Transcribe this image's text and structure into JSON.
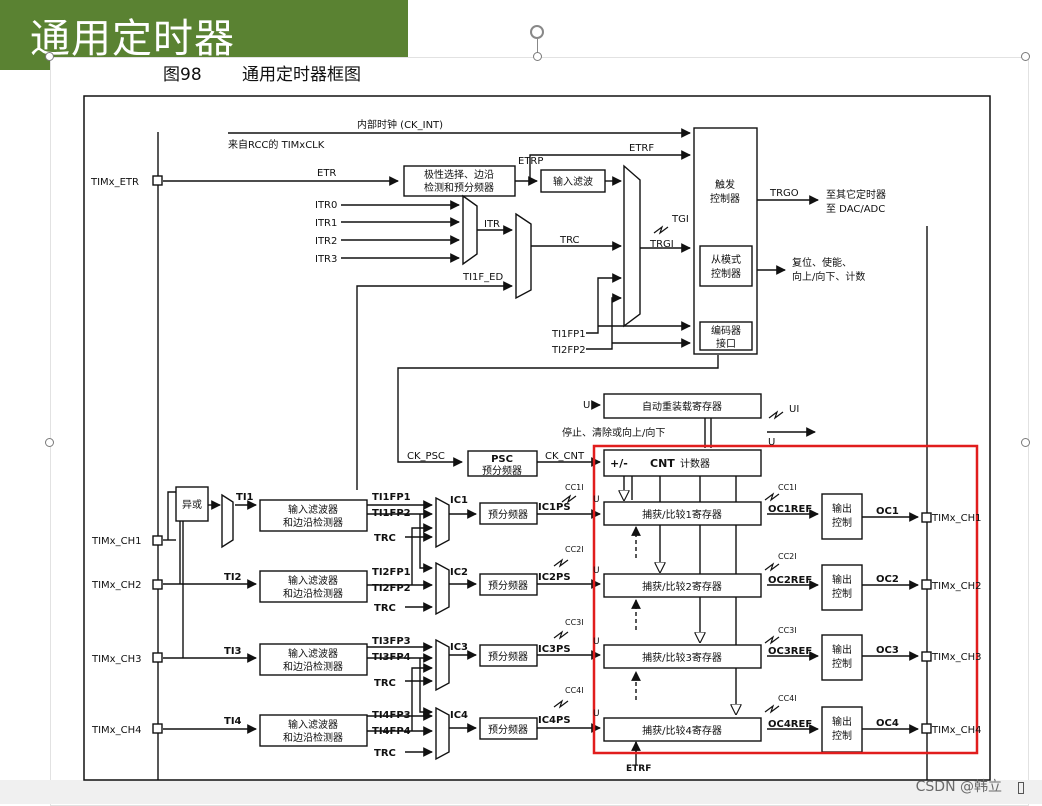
{
  "banner": {
    "title": "通用定时器"
  },
  "figure": {
    "label": "图98",
    "caption": "通用定时器框图"
  },
  "diagram": {
    "clock": {
      "internal": "内部时钟 (CK_INT)",
      "source": "来自RCC的 TIMxCLK"
    },
    "pins": {
      "etr": "TIMx_ETR",
      "ch1": "TIMx_CH1",
      "ch2": "TIMx_CH2",
      "ch3": "TIMx_CH3",
      "ch4": "TIMx_CH4"
    },
    "signals": {
      "etr": "ETR",
      "etrp": "ETRP",
      "etrf": "ETRF",
      "etrf_bottom": "ETRF",
      "itr0": "ITR0",
      "itr1": "ITR1",
      "itr2": "ITR2",
      "itr3": "ITR3",
      "itr": "ITR",
      "trc": "TRC",
      "ti1f_ed": "TI1F_ED",
      "tgi": "TGI",
      "trgi": "TRGI",
      "ti1fp1_trig": "TI1FP1",
      "ti2fp2_trig": "TI2FP2",
      "trgo": "TRGO",
      "ck_psc": "CK_PSC",
      "ck_cnt": "CK_CNT",
      "u": "U",
      "ui": "UI",
      "ti1": "TI1",
      "ti2": "TI2",
      "ti3": "TI3",
      "ti4": "TI4",
      "ti1fp1": "TI1FP1",
      "ti1fp2": "TI1FP2",
      "ti2fp1": "TI2FP1",
      "ti2fp2": "TI2FP2",
      "ti3fp3": "TI3FP3",
      "ti3fp4": "TI3FP4",
      "ti4fp3": "TI4FP3",
      "ti4fp4": "TI4FP4",
      "ic1": "IC1",
      "ic2": "IC2",
      "ic3": "IC3",
      "ic4": "IC4",
      "ic1ps": "IC1PS",
      "ic2ps": "IC2PS",
      "ic3ps": "IC3PS",
      "ic4ps": "IC4PS",
      "cc1i": "CC1I",
      "cc2i": "CC2I",
      "cc3i": "CC3I",
      "cc4i": "CC4I",
      "oc1ref": "OC1REF",
      "oc2ref": "OC2REF",
      "oc3ref": "OC3REF",
      "oc4ref": "OC4REF",
      "oc1": "OC1",
      "oc2": "OC2",
      "oc3": "OC3",
      "oc4": "OC4"
    },
    "blocks": {
      "polarity_1": "极性选择、边沿",
      "polarity_2": "检测和预分频器",
      "input_filter": "输入滤波",
      "trigger_1": "触发",
      "trigger_2": "控制器",
      "slave_1": "从模式",
      "slave_2": "控制器",
      "encoder_1": "编码器",
      "encoder_2": "接口",
      "auto_reload": "自动重装载寄存器",
      "psc_1": "PSC",
      "psc_2": "预分频器",
      "cnt_sign": "+/-",
      "cnt_title": "CNT",
      "cnt_suffix": "计数器",
      "xor": "异或",
      "filter_1": "输入滤波器",
      "filter_2": "和边沿检测器",
      "prescaler": "预分频器",
      "cc1": "捕获/比较1寄存器",
      "cc2": "捕获/比较2寄存器",
      "cc3": "捕获/比较3寄存器",
      "cc4": "捕获/比较4寄存器",
      "output_1": "输出",
      "output_2": "控制"
    },
    "notes": {
      "trgo_1": "至其它定时器",
      "trgo_2": "至 DAC/ADC",
      "slave_1": "复位、使能、",
      "slave_2": "向上/向下、计数",
      "update": "停止、清除或向上/向下"
    }
  },
  "watermark": "CSDN @韩立",
  "colors": {
    "banner": "#5a8232",
    "highlight": "#e11d1d",
    "line": "#111111"
  }
}
